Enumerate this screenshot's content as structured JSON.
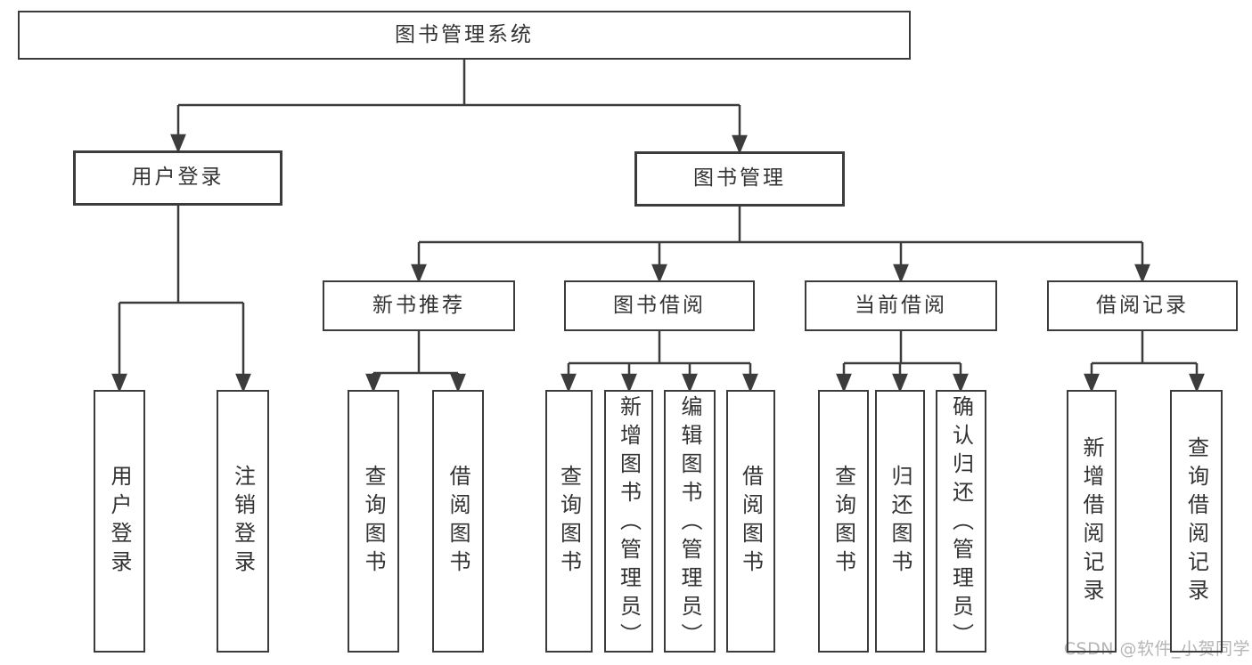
{
  "tree": {
    "root": "图书管理系统",
    "branches": [
      {
        "label": "用户登录",
        "children": [
          "用户登录",
          "注销登录"
        ]
      },
      {
        "label": "图书管理",
        "groups": [
          {
            "label": "新书推荐",
            "children": [
              "查询图书",
              "借阅图书"
            ]
          },
          {
            "label": "图书借阅",
            "children": [
              "查询图书",
              "新增图书（管理员）",
              "编辑图书（管理员）",
              "借阅图书"
            ]
          },
          {
            "label": "当前借阅",
            "children": [
              "查询图书",
              "归还图书",
              "确认归还（管理员）"
            ]
          },
          {
            "label": "借阅记录",
            "children": [
              "新增借阅记录",
              "查询借阅记录"
            ]
          }
        ]
      }
    ]
  },
  "watermark": "CSDN @软件_小贺同学",
  "colors": {
    "line": "#3c3c3c",
    "box_border": "#3c3c3c",
    "text": "#333333",
    "watermark": "#b5b5b5",
    "background": "#ffffff"
  }
}
